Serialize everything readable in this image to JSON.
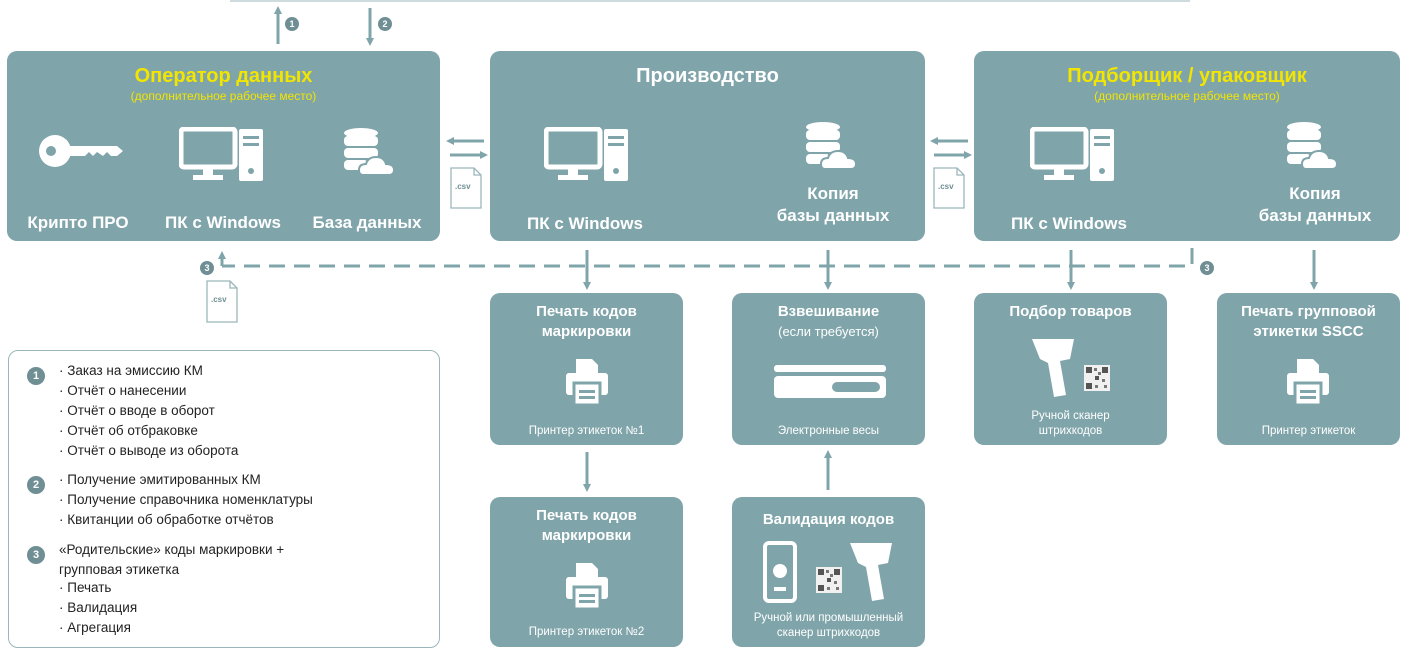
{
  "colors": {
    "box": "#7fa4aa",
    "accent": "#f2e500",
    "line": "#7fa4aa",
    "text_dark": "#222222"
  },
  "operator": {
    "title": "Оператор данных",
    "subtitle": "(дополнительное рабочее место)",
    "labels": [
      "Крипто ПРО",
      "ПК с Windows",
      "База данных"
    ]
  },
  "production": {
    "title": "Производство",
    "label_pc": "ПК с Windows",
    "label_db_1": "Копия",
    "label_db_2": "базы данных"
  },
  "picker": {
    "title": "Подборщик / упаковщик",
    "subtitle": "(дополнительное рабочее место)",
    "label_pc": "ПК с Windows",
    "label_db_1": "Копия",
    "label_db_2": "базы данных"
  },
  "print1": {
    "title_1": "Печать кодов",
    "title_2": "маркировки",
    "caption": "Принтер этикеток №1"
  },
  "print2": {
    "title_1": "Печать кодов",
    "title_2": "маркировки",
    "caption": "Принтер этикеток №2"
  },
  "weigh": {
    "title": "Взвешивание",
    "subtitle": "(если требуется)",
    "caption": "Электронные весы"
  },
  "validate": {
    "title": "Валидация кодов",
    "caption_1": "Ручной или промышленный",
    "caption_2": "сканер штрихкодов"
  },
  "selection": {
    "title": "Подбор товаров",
    "caption_1": "Ручной сканер",
    "caption_2": "штрихкодов"
  },
  "sscc": {
    "title_1": "Печать групповой",
    "title_2": "этикетки SSCC",
    "caption": "Принтер этикеток"
  },
  "files": {
    "csv": ".csv"
  },
  "markers": {
    "one": "1",
    "two": "2",
    "three": "3"
  },
  "legend": {
    "groups": [
      {
        "num": "1",
        "lines": [
          "· Заказ на эмиссию КМ",
          "· Отчёт о нанесении",
          "· Отчёт о вводе в оборот",
          "· Отчёт об отбраковке",
          "· Отчёт о выводе из оборота"
        ]
      },
      {
        "num": "2",
        "lines": [
          "· Получение эмитированных КМ",
          "· Получение справочника номенклатуры",
          "· Квитанции об обработке отчётов"
        ]
      },
      {
        "num": "3",
        "lines": [
          "«Родительские» коды маркировки +",
          "групповая этикетка",
          "· Печать",
          "· Валидация",
          "· Агрегация"
        ]
      }
    ]
  }
}
